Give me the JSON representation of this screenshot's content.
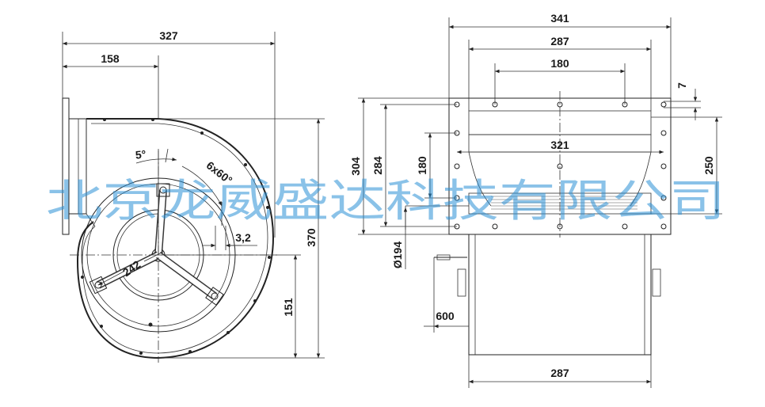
{
  "colors": {
    "line": "#222222",
    "text": "#1a1a1a",
    "watermark": "#2a8fd6",
    "background": "#ffffff"
  },
  "watermark": {
    "text": "北京龙威盛达科技有限公司"
  },
  "front_view": {
    "dim_overall_width": "327",
    "dim_center_offset": "158",
    "dim_angle": "5°",
    "dim_holes": "6x60°",
    "dim_slot": "3,2",
    "dim_hole_circle": "242",
    "dim_height": "370",
    "dim_center_height": "151"
  },
  "side_view": {
    "dim_flange_width": "341",
    "dim_housing_width": "287",
    "dim_hole_spacing": "180",
    "dim_edge": "7",
    "dim_outlet_width": "321",
    "dim_flange_height": "304",
    "dim_outlet_height": "284",
    "dim_hole_height": "180",
    "dim_side_height": "250",
    "dim_diameter": "Ø194",
    "dim_cable": "600",
    "dim_bottom_width": "287"
  }
}
